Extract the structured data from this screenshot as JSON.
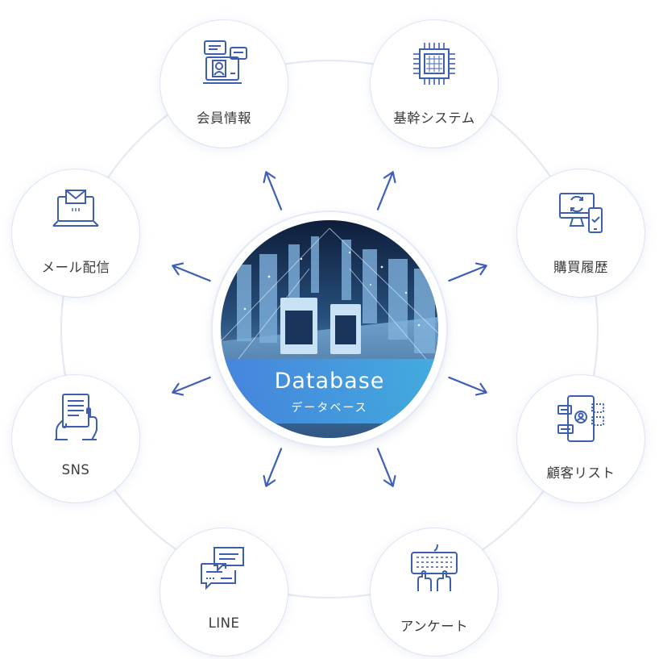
{
  "center": {
    "title": "Database",
    "subtitle": "データベース"
  },
  "nodes": [
    {
      "label": "会員情報",
      "icon": "member-profile-icon"
    },
    {
      "label": "基幹システム",
      "icon": "cpu-chip-icon"
    },
    {
      "label": "購買履歴",
      "icon": "purchase-devices-icon"
    },
    {
      "label": "顧客リスト",
      "icon": "customer-list-phone-icon"
    },
    {
      "label": "アンケート",
      "icon": "keyboard-typing-icon"
    },
    {
      "label": "LINE",
      "icon": "chat-bubbles-icon"
    },
    {
      "label": "SNS",
      "icon": "social-post-hands-icon"
    },
    {
      "label": "メール配信",
      "icon": "email-laptop-icon"
    }
  ],
  "colors": {
    "icon": "#3d5fae",
    "arrow": "#3f5fb8",
    "ring": "#e4e9f3",
    "band_start": "#4684e0",
    "band_end": "#42aee2"
  }
}
